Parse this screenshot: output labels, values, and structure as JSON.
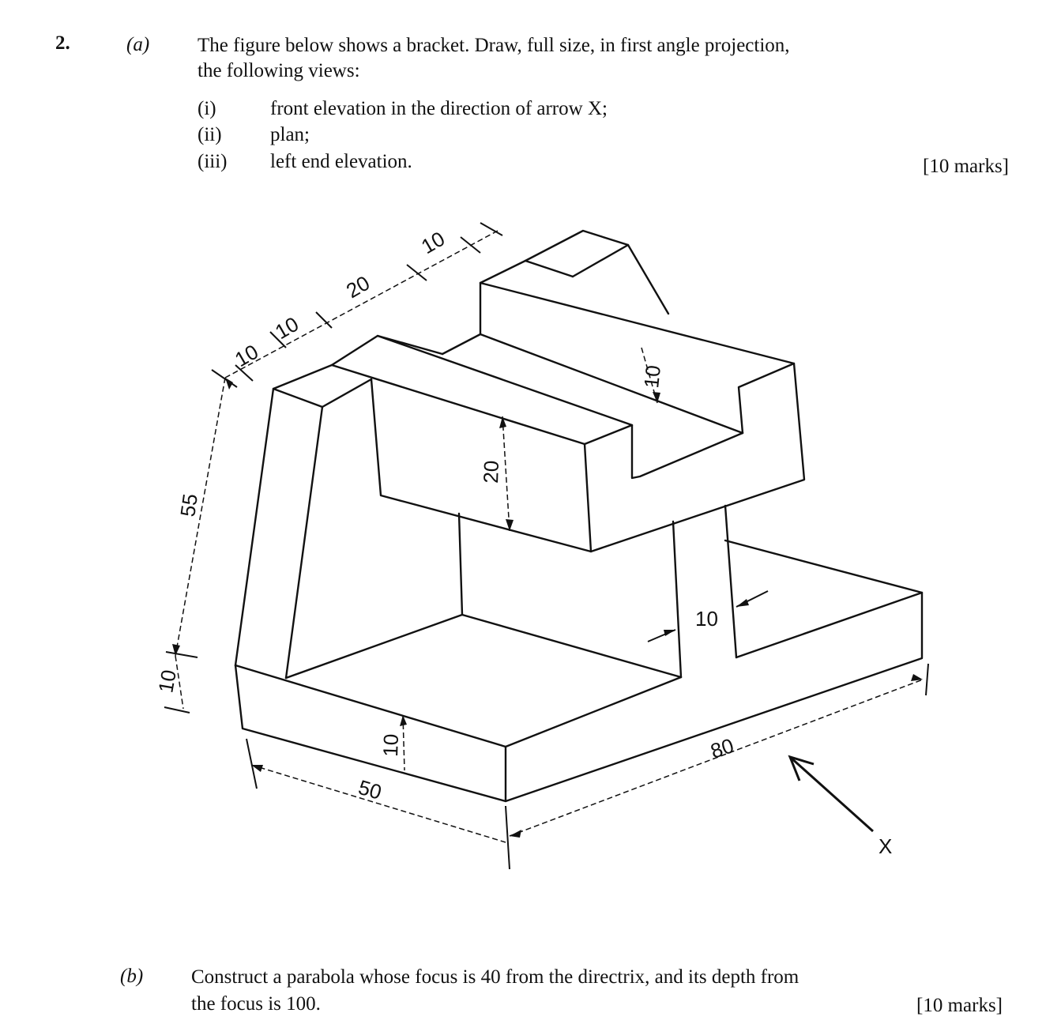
{
  "question": {
    "number": "2.",
    "part_a": {
      "label": "(a)",
      "intro_line1": "The figure below shows a bracket.  Draw, full size, in first angle projection,",
      "intro_line2": "the following views:",
      "items": [
        {
          "num": "(i)",
          "text": "front elevation in the direction of arrow X;"
        },
        {
          "num": "(ii)",
          "text": "plan;"
        },
        {
          "num": "(iii)",
          "text": "left end elevation."
        }
      ],
      "marks": "[10 marks]"
    },
    "part_b": {
      "label": "(b)",
      "line1": "Construct a parabola whose focus is 40  from the directrix, and its depth from",
      "line2": "the focus is 100.",
      "marks": "[10 marks]"
    }
  },
  "figure": {
    "dimensions": {
      "top_10a": "10",
      "top_10b": "10",
      "top_20": "20",
      "top_10c": "10",
      "height_55": "55",
      "base_10_left": "10",
      "slot_10": "10",
      "block_20": "20",
      "web_10": "10",
      "base_10_front": "10",
      "width_50": "50",
      "length_80": "80"
    },
    "arrow_label": "X"
  }
}
